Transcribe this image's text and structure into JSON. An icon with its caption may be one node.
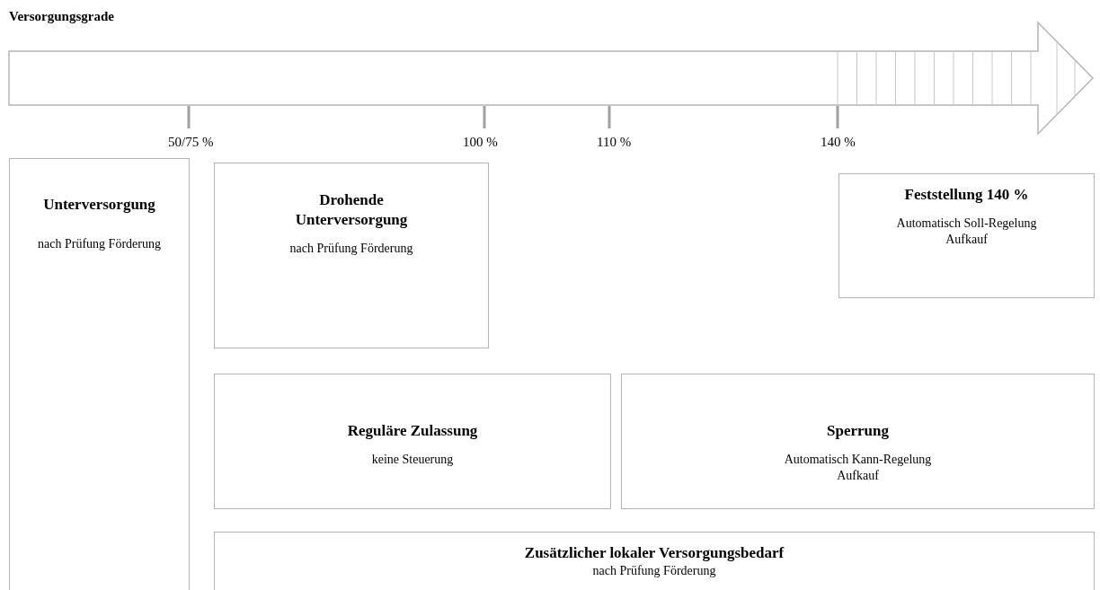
{
  "diagram": {
    "title": "Versorgungsgrade",
    "nodes": [
      {
        "text": [
          "Unterversorgung",
          "nach Prüfung Förderung"
        ]
      },
      {
        "text": [
          "Drohende Unterversorgung",
          "nach Prüfung Förderung"
        ]
      },
      {
        "text": [
          "Feststellung 140 %",
          "Automatisch Soll-Regelung Aufkauf"
        ]
      },
      {
        "text": [
          "Reguläre Zulassung",
          "keine Steuerung"
        ]
      },
      {
        "text": [
          "Sperrung",
          "Automatisch Kann-Regelung Aufkauf"
        ]
      },
      {
        "text": [
          "Zusätzlicher lokaler Versorgungsbedarf",
          "nach Prüfung Förderung"
        ]
      }
    ],
    "edges": [],
    "labels": [
      "50/75 %",
      "100 %",
      "110 %",
      "140 %"
    ]
  }
}
